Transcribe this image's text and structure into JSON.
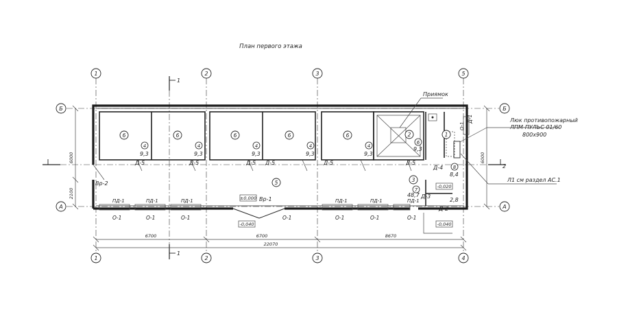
{
  "title": "План первого этажа",
  "axes": {
    "col_top": [
      "1",
      "2",
      "3",
      "5"
    ],
    "col_bottom": [
      "1",
      "2",
      "3",
      "4"
    ],
    "row_left": [
      "Б",
      "А"
    ],
    "row_right": [
      "Б",
      "А"
    ]
  },
  "section_marks": {
    "s1_top": "1",
    "s1_bottom": "1",
    "s2": "2"
  },
  "rooms": {
    "r6_1": "6",
    "r6_2": "6",
    "r6_3": "6",
    "r6_4": "6",
    "r6_5": "6",
    "r5": "5",
    "r2": "2",
    "r1": "1",
    "r3": "3"
  },
  "room_tags": {
    "a1": "4",
    "a2": "4",
    "a3": "4",
    "a4": "4",
    "a5": "4",
    "b6": "6",
    "c7": "7",
    "d8": "8"
  },
  "areas": {
    "a1": "9,3",
    "a2": "9,3",
    "a3": "9,3",
    "a4": "9,3",
    "a5": "9,3",
    "a6": "9,3",
    "a7": "48,7",
    "a8": "8,4",
    "a9": "2,8"
  },
  "doors": {
    "d1": "Д-5",
    "d2": "Д-5",
    "d3": "Д-5",
    "d4": "Д-5",
    "d5": "Д-5",
    "d6": "Д-5",
    "d7": "Д-4",
    "d8": "Д-3",
    "d9": "Д-2",
    "d10": "Д-1"
  },
  "gates": {
    "g1": "Вр-2",
    "g2": "Вр-1"
  },
  "windows": {
    "pd1": "ПД-1",
    "pd2": "ПД-1",
    "pd3": "ПД-1",
    "pd4": "ПД-1",
    "pd5": "ПД-1",
    "pd6": "ПД-1",
    "o1": "О-1",
    "o2": "О-1",
    "o3": "О-1",
    "o4": "О-1",
    "o5": "О-1",
    "o6": "О-1",
    "o7": "О-1",
    "oright": "О-1"
  },
  "levels": {
    "l0": "±0,000",
    "l1": "-0,040",
    "l2": "-0,020",
    "l3": "-0,040"
  },
  "notes": {
    "pit": "Приямок",
    "hatch1": "Люк противопожарный",
    "hatch2": "ЛПМ-ПУЛЬС 01/60",
    "hatch3": "800х900",
    "ladder": "Л1 см раздел АС.1"
  },
  "dims": {
    "d6700a": "6700",
    "d6700b": "6700",
    "d8670": "8670",
    "dtotal": "22070",
    "d6000l": "6000",
    "d6000r": "6000",
    "d2100": "2100"
  }
}
